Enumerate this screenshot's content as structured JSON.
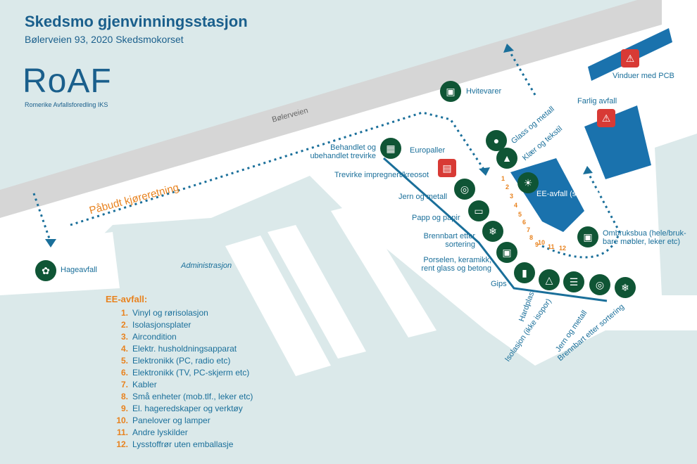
{
  "header": {
    "title": "Skedsmo gjenvinningsstasjon",
    "address": "Bølerveien 93, 2020 Skedsmokorset"
  },
  "logo": {
    "text": "RoAF",
    "subtitle": "Romerike Avfallsforedling IKS"
  },
  "road": "Bølerveien",
  "drive_direction": "Påbudt kjøreretning",
  "administration": "Administrasjon",
  "stations": {
    "hageavfall": "Hageavfall",
    "hvitevarer": "Hvitevarer",
    "vinduer": "Vinduer med PCB",
    "farlig": "Farlig avfall",
    "glass": "Glass og metall",
    "klaer": "Klær og tekstil",
    "ee": "EE-avfall (se liste)",
    "ombruk": "Ombruksbua (hele/bruk-bare møbler, leker etc)",
    "behandlet": "Behandlet og ubehandlet trevirke",
    "europaller": "Europaller",
    "trevirke_impregnert": "Trevirke impregnert/kreosot",
    "jern": "Jern og metall",
    "papp": "Papp og papir",
    "brennbart": "Brennbart etter sortering",
    "porselen": "Porselen, keramikk, rent glass og betong",
    "gips": "Gips",
    "hardplast": "Hardplast",
    "isolasjon": "Isolasjon (ikke isopor)",
    "jern2": "Jern og metall",
    "brennbart2": "Brennbart etter sortering"
  },
  "container_numbers": [
    "1",
    "2",
    "3",
    "4",
    "5",
    "6",
    "7",
    "8",
    "9",
    "10",
    "11",
    "12"
  ],
  "ee_list": {
    "heading": "EE-avfall:",
    "items": [
      {
        "n": "1.",
        "label": "Vinyl og rørisolasjon"
      },
      {
        "n": "2.",
        "label": "Isolasjonsplater"
      },
      {
        "n": "3.",
        "label": "Aircondition"
      },
      {
        "n": "4.",
        "label": "Elektr. husholdningsapparat"
      },
      {
        "n": "5.",
        "label": "Elektronikk (PC, radio etc)"
      },
      {
        "n": "6.",
        "label": "Elektronikk (TV, PC-skjerm etc)"
      },
      {
        "n": "7.",
        "label": "Kabler"
      },
      {
        "n": "8.",
        "label": "Små enheter (mob.tlf., leker etc)"
      },
      {
        "n": "9.",
        "label": "El. hageredskaper og verktøy"
      },
      {
        "n": "10.",
        "label": "Panelover og lamper"
      },
      {
        "n": "11.",
        "label": "Andre lyskilder"
      },
      {
        "n": "12.",
        "label": "Lysstoffrør uten emballasje"
      }
    ]
  },
  "icons": {
    "hageavfall": "leaf-icon",
    "hvitevarer": "washing-machine-icon",
    "vinduer": "window-hazard-icon",
    "farlig": "hazard-icon",
    "glass": "bottle-icon",
    "klaer": "shirt-icon",
    "ee": "lamp-icon",
    "ombruk": "chair-icon",
    "behandlet": "wood-icon",
    "europaller": "pallet-icon",
    "jern": "metal-icon",
    "papp": "box-icon",
    "brennbart": "flame-icon",
    "porselen": "sink-icon",
    "gips": "board-icon",
    "hardplast": "plastic-icon",
    "isolasjon": "insulation-icon",
    "jern2": "metal-icon",
    "brennbart2": "flame-icon"
  },
  "colors": {
    "water": "#dbe9ea",
    "land": "#ffffff",
    "road": "#d9d9d9",
    "building": "#1a72ad",
    "route": "#1a6f9a",
    "accent": "#e8821e",
    "station": "#0f5535",
    "hazard": "#d83a35"
  }
}
